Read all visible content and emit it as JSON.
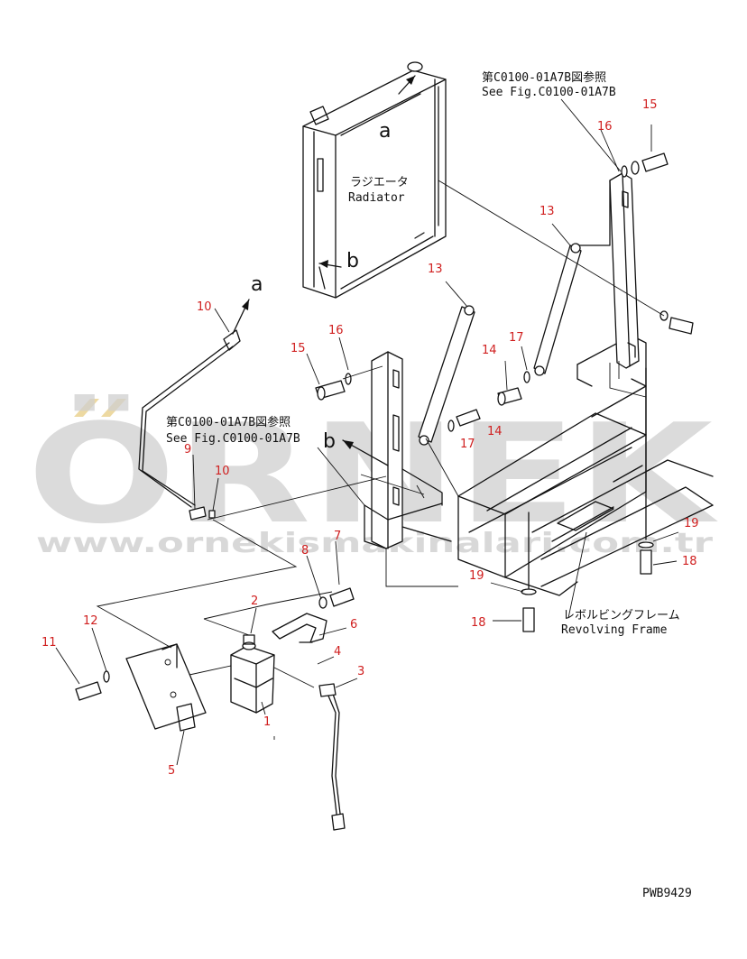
{
  "labels": {
    "ref_top_jp": "第C0100-01A7B図参照",
    "ref_top_en": "See Fig.C0100-01A7B",
    "ref_mid_jp": "第C0100-01A7B図参照",
    "ref_mid_en": "See Fig.C0100-01A7B",
    "radiator_jp": "ラジエータ",
    "radiator_en": "Radiator",
    "frame_jp": "レボルビングフレーム",
    "frame_en": "Revolving Frame",
    "drawing_code": "PWB9429",
    "letter_a": "a",
    "letter_b": "b"
  },
  "callouts": {
    "c1": "1",
    "c2": "2",
    "c3": "3",
    "c4": "4",
    "c5": "5",
    "c6": "6",
    "c7": "7",
    "c8": "8",
    "c9": "9",
    "c10": "10",
    "c11": "11",
    "c12": "12",
    "c13": "13",
    "c14": "14",
    "c15": "15",
    "c16": "16",
    "c17": "17",
    "c18": "18",
    "c19": "19"
  },
  "watermark": {
    "brand": "ÖRNEK",
    "url": "www.ornekismakinalari.com.tr"
  },
  "colors": {
    "callout": "#d02020",
    "line": "#111111",
    "watermark": "#d0d0d0",
    "watermark_accent": "#e8d08a"
  }
}
